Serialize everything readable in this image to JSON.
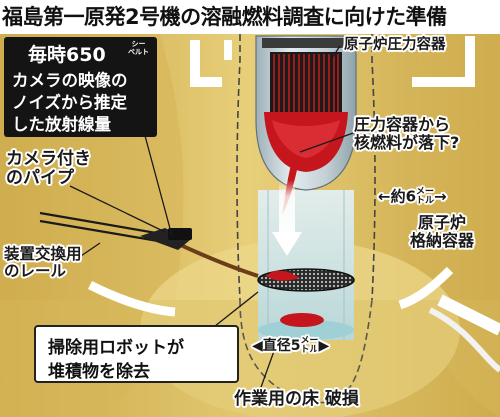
{
  "title": "福島第一原発2号機の溶融燃料調査に向けた準備",
  "callout": {
    "line1": "毎時650",
    "unit_top": "シー",
    "unit_bottom": "ベルト",
    "line2": "カメラの映像の",
    "line3": "ノイズから推定",
    "line4": "した放射線量"
  },
  "labels": {
    "pressure_vessel": "原子炉圧力容器",
    "fall_line1": "圧力容器から",
    "fall_line2": "核燃料が落下?",
    "pipe_line1": "カメラ付き",
    "pipe_line2": "のパイプ",
    "rail_line1": "装置交換用",
    "rail_line2": "のレール",
    "width_prefix": "←約6",
    "width_unit_top": "メー",
    "width_unit_bottom": "トル",
    "width_arrow": "→",
    "containment_line1": "原子炉",
    "containment_line2": "格納容器",
    "diameter_prefix": "◀直径5",
    "diameter_unit_top": "メー",
    "diameter_unit_bottom": "トル",
    "diameter_arrow": "▶",
    "floor": "作業用の床 破損"
  },
  "robot_box": {
    "line1": "掃除用ロボットが",
    "line2": "堆積物を除去"
  },
  "colors": {
    "containment": "#e2c56c",
    "containment_inner": "#ead68a",
    "steel": "#c6d3d8",
    "fuel": "#c4161c",
    "callout_bg": "#141414"
  }
}
